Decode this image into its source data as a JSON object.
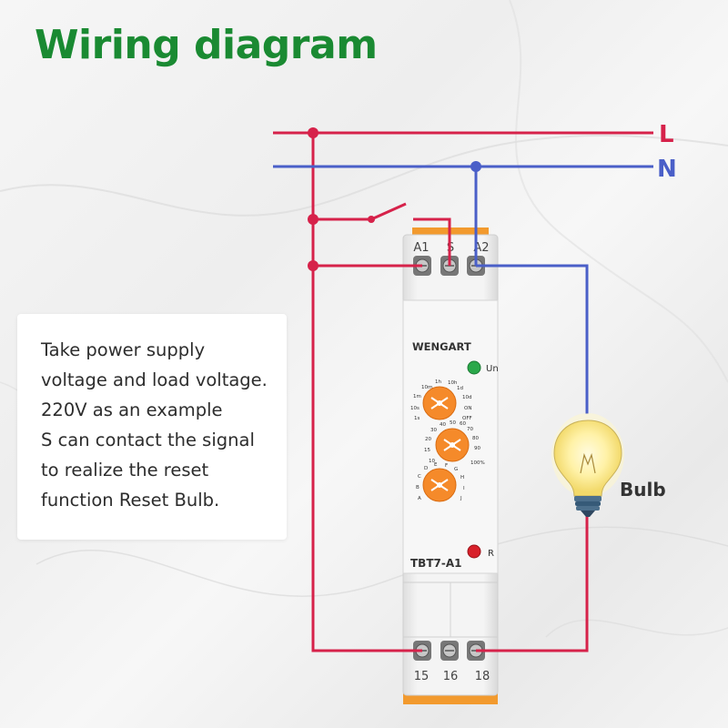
{
  "title": "Wiring diagram",
  "note": {
    "lines": [
      "Take power supply",
      "voltage and load voltage.",
      "220V as an example",
      "S can contact the signal",
      "to realize the reset",
      "function Reset Bulb."
    ]
  },
  "lines": {
    "live": "L",
    "neutral": "N"
  },
  "device": {
    "brand": "WENGART",
    "model": "TBT7-A1",
    "top_terminals": [
      "A1",
      "S",
      "A2"
    ],
    "bottom_terminals": [
      "15",
      "16",
      "18"
    ],
    "led_power": "Un",
    "led_relay": "R",
    "dial_time": {
      "labels": [
        "1s",
        "10s",
        "1m",
        "10m",
        "1h",
        "10h",
        "1d",
        "10d",
        "ON",
        "OFF"
      ]
    },
    "dial_percent": {
      "labels": [
        "10",
        "15",
        "20",
        "30",
        "40",
        "50",
        "60",
        "70",
        "80",
        "90",
        "100%"
      ]
    },
    "dial_mode": {
      "labels": [
        "A",
        "B",
        "C",
        "D",
        "E",
        "F",
        "G",
        "H",
        "I",
        "J"
      ]
    }
  },
  "bulb": {
    "label": "Bulb"
  },
  "colors": {
    "live": "#d6224a",
    "neutral": "#4a5fc8",
    "title": "#1a8a32",
    "dial": "#f58a2a"
  }
}
